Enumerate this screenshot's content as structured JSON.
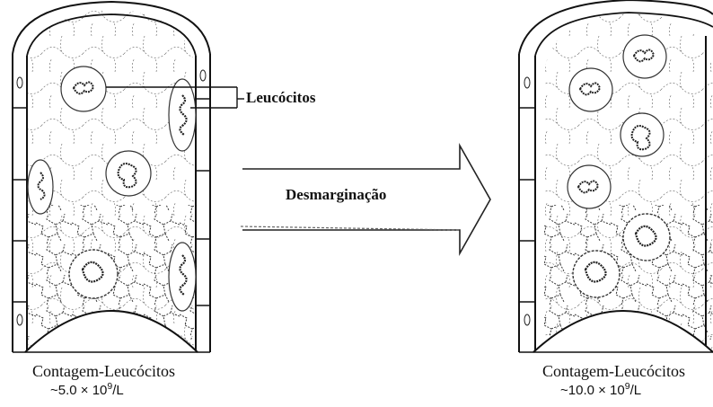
{
  "labels": {
    "leukocytes": "Leucócitos",
    "arrow": "Desmarginação"
  },
  "left_vessel": {
    "count_label": "Contagem-Leucócitos",
    "count_prefix": "~5.0 × 10",
    "count_exp": "9",
    "count_unit": "/L"
  },
  "right_vessel": {
    "count_label": "Contagem-Leucócitos",
    "count_prefix": "~10.0 × 10",
    "count_exp": "9",
    "count_unit": "/L"
  }
}
